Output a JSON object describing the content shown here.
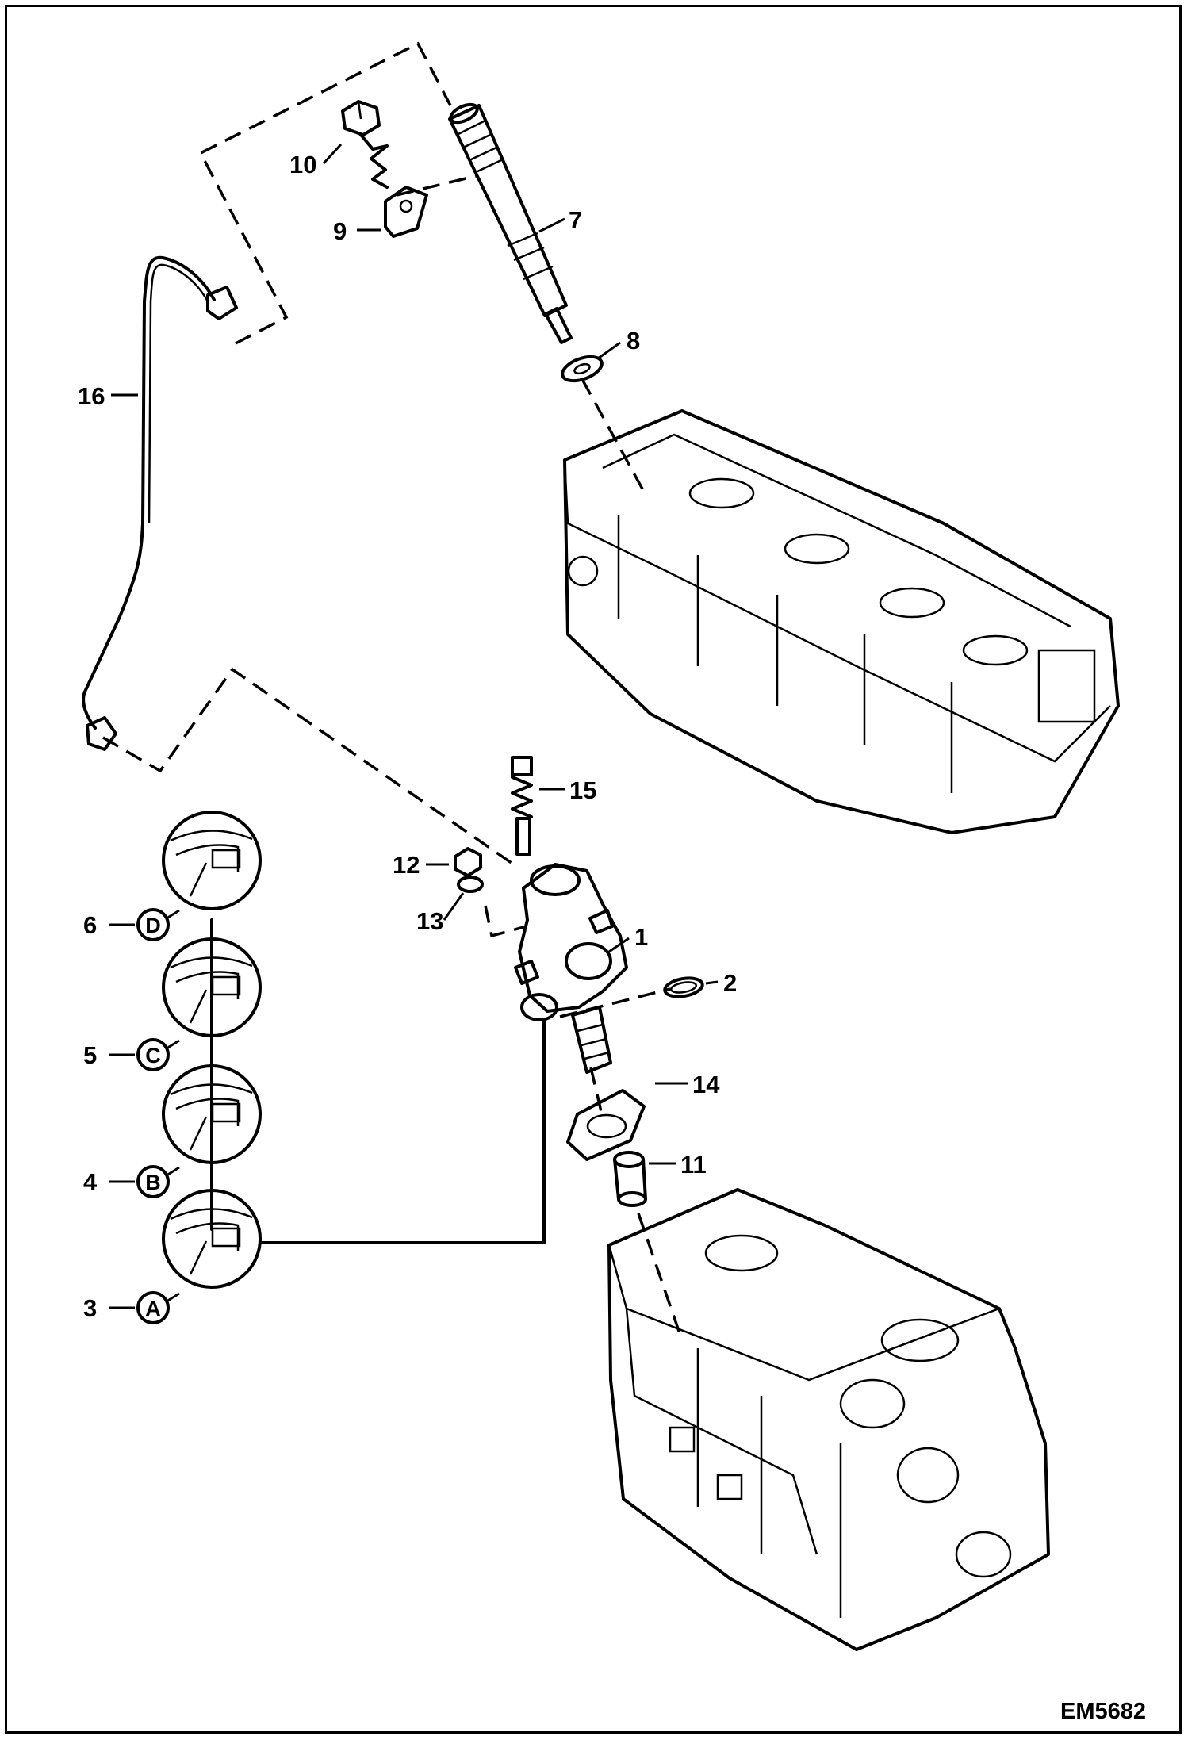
{
  "drawing_code": "EM5682",
  "callouts": {
    "c1": "1",
    "c2": "2",
    "c3": "3",
    "c4": "4",
    "c5": "5",
    "c6": "6",
    "c7": "7",
    "c8": "8",
    "c9": "9",
    "c10": "10",
    "c11": "11",
    "c12": "12",
    "c13": "13",
    "c14": "14",
    "c15": "15",
    "c16": "16"
  },
  "variants": {
    "a": "A",
    "b": "B",
    "c": "C",
    "d": "D"
  },
  "icons": [
    "injector",
    "fuel-line",
    "clamp",
    "bolt",
    "seal-washer",
    "cylinder-head",
    "injection-pump",
    "o-ring",
    "gasket",
    "tappet",
    "delivery-valve",
    "nut",
    "washer",
    "engine-block",
    "shim-detail"
  ]
}
